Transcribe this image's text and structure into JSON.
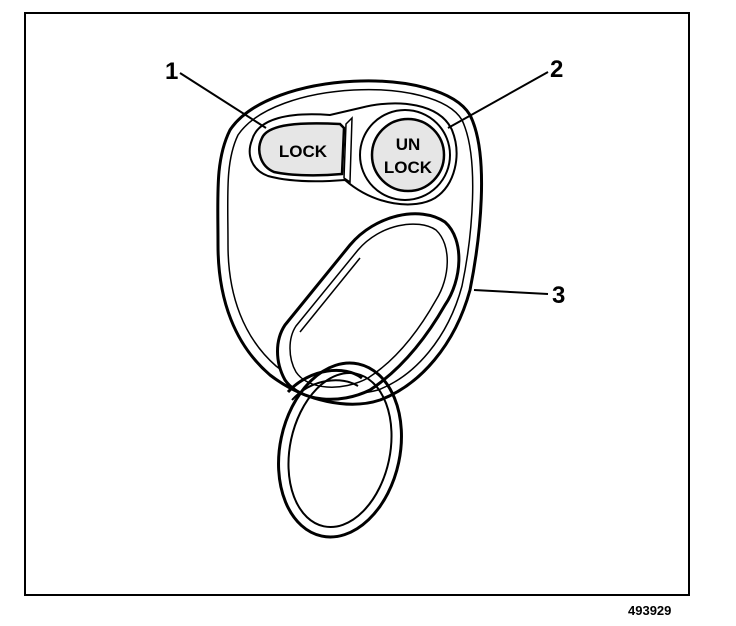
{
  "figure_id": "493929",
  "callouts": {
    "one": "1",
    "two": "2",
    "three": "3"
  },
  "buttons": {
    "lock_label": "LOCK",
    "unlock_label_line1": "UN",
    "unlock_label_line2": "LOCK"
  },
  "colors": {
    "stroke": "#000000",
    "fill": "#ffffff",
    "button_fill": "#e6e6e6"
  }
}
